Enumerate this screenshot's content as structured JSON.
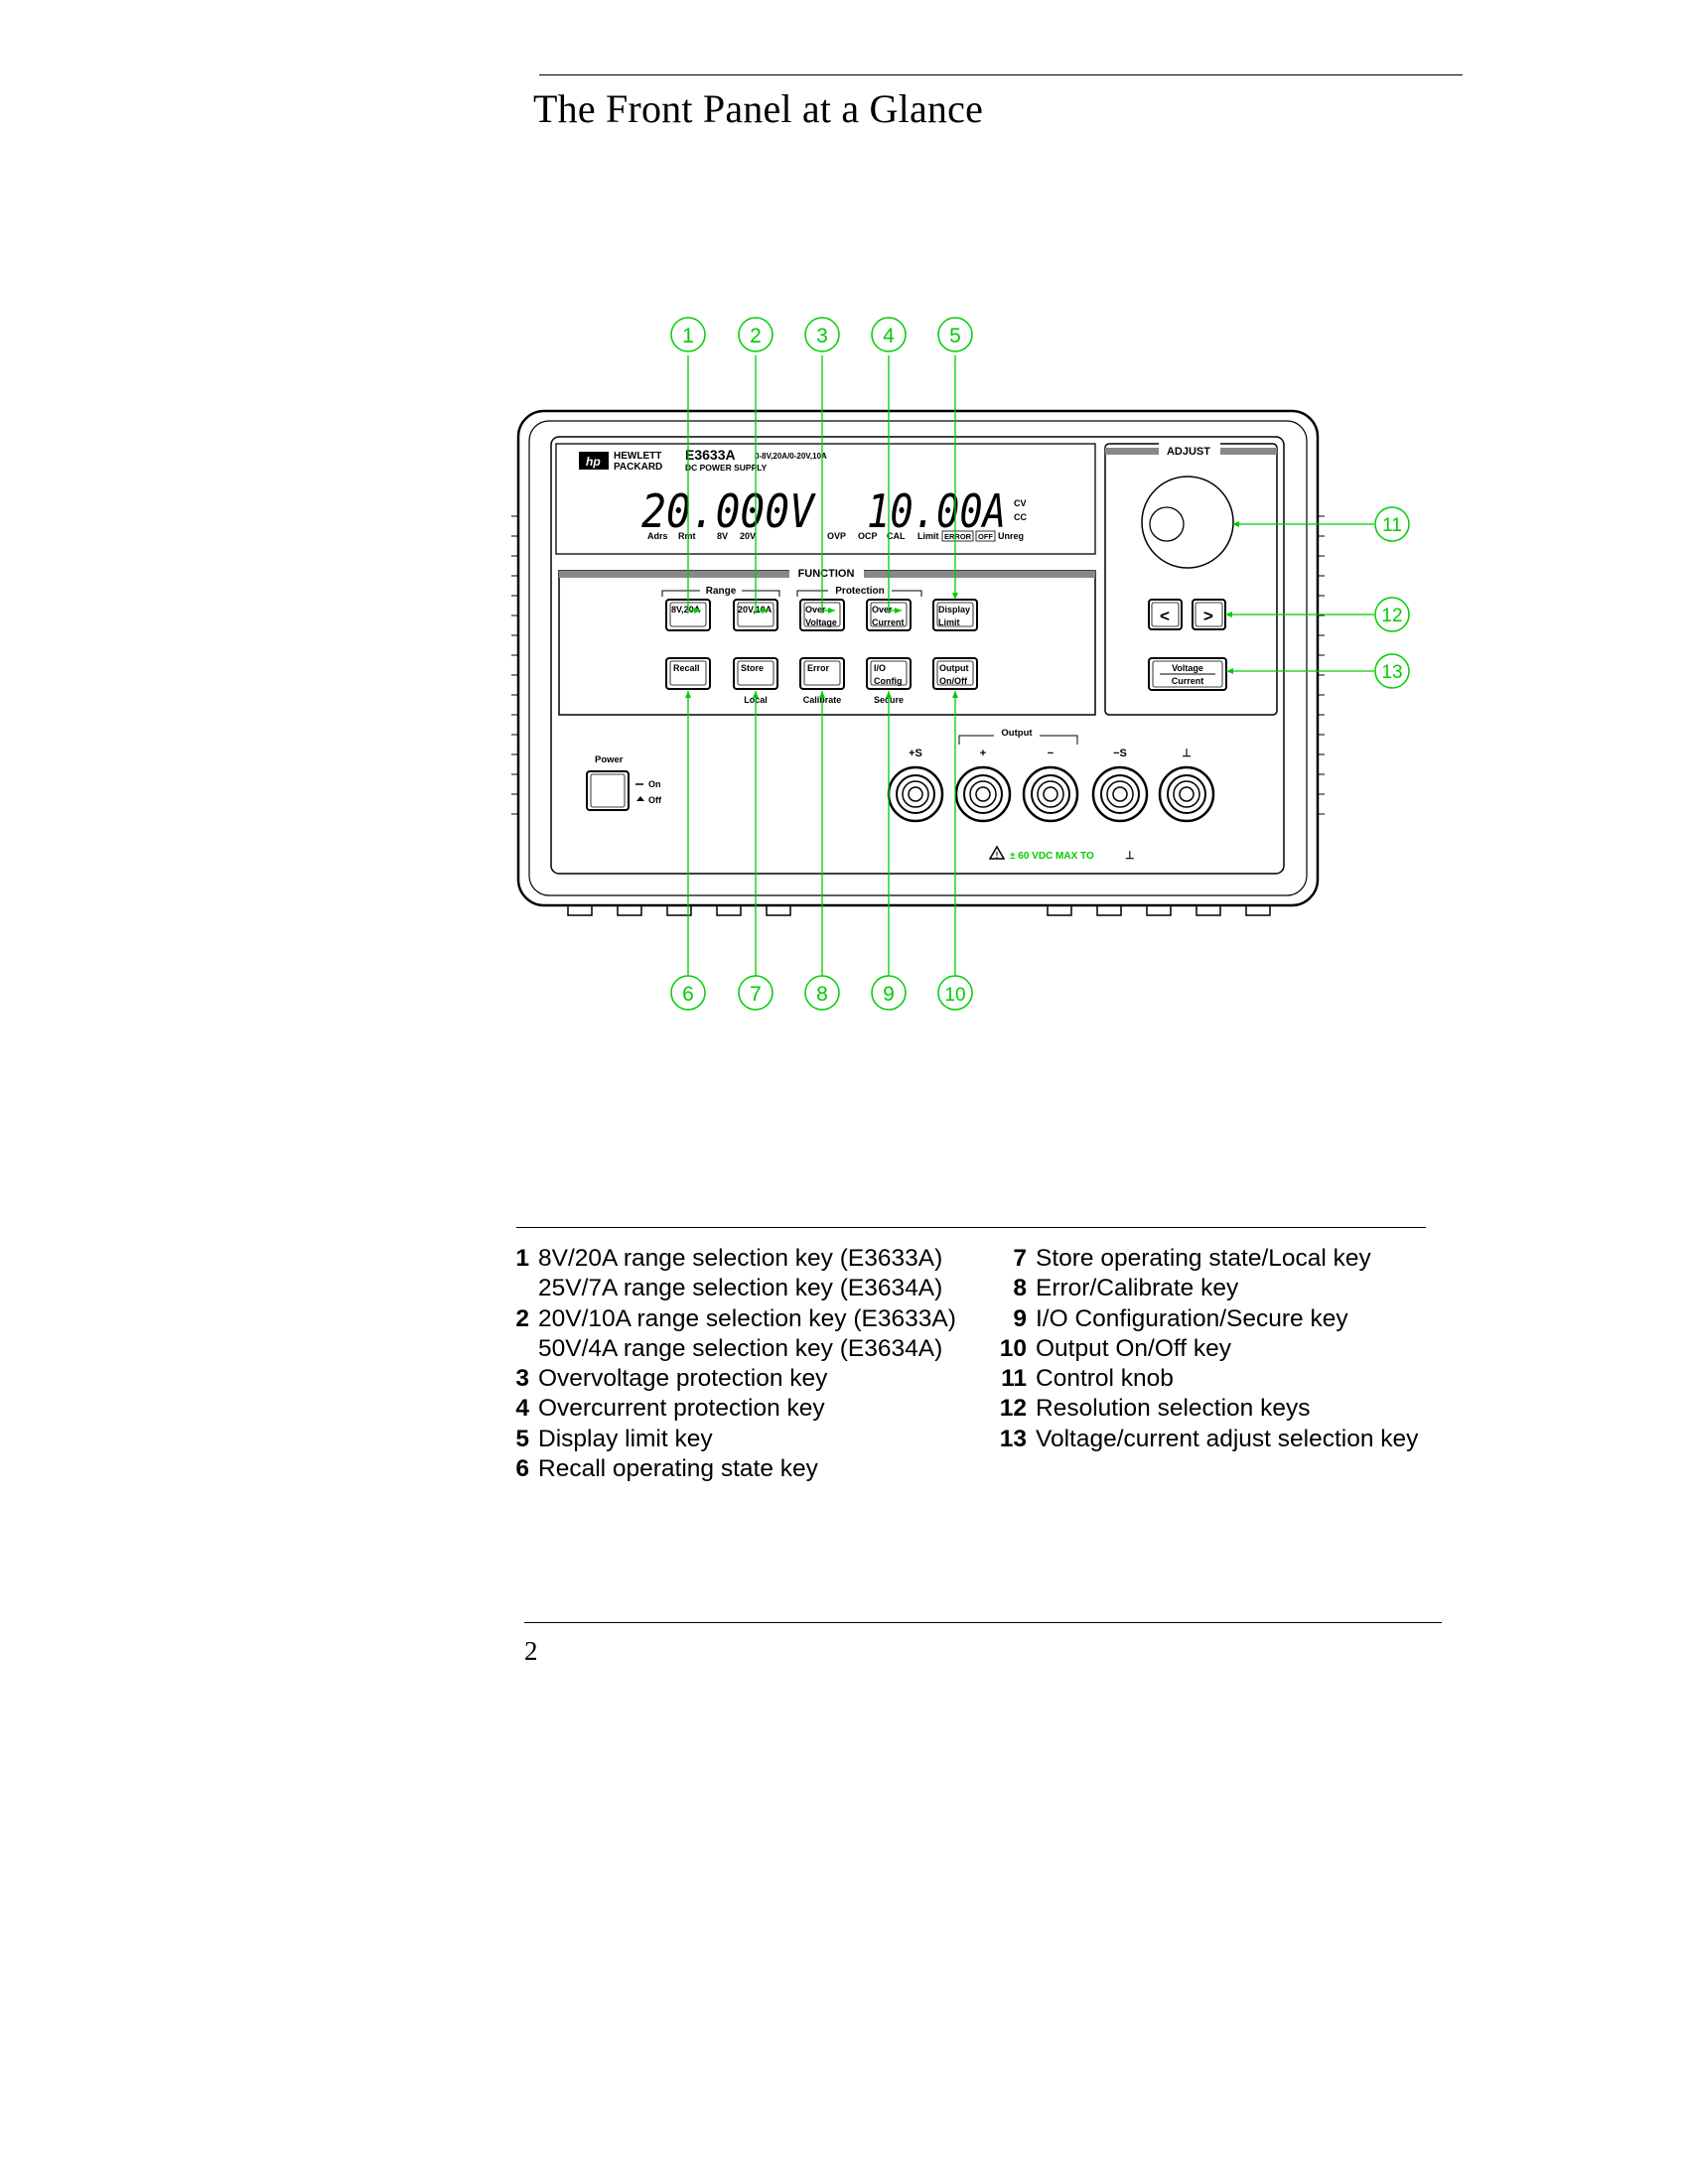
{
  "page": {
    "title": "The Front Panel at a Glance",
    "page_number": "2"
  },
  "figure": {
    "callout_numbers": [
      "1",
      "2",
      "3",
      "4",
      "5",
      "6",
      "7",
      "8",
      "9",
      "10",
      "11",
      "12",
      "13"
    ],
    "brand": {
      "line1": "HEWLETT",
      "line2": "PACKARD"
    },
    "model": "E3633A",
    "model_ranges": "0-8V,20A/0-20V,10A",
    "model_subtitle": "DC POWER SUPPLY",
    "display": {
      "voltage": "20.000V",
      "current": "10.00A",
      "cv": "CV",
      "cc": "CC",
      "annunciators_left": [
        "Adrs",
        "Rmt",
        "8V",
        "20V"
      ],
      "annunciators_right": [
        "OVP",
        "OCP",
        "CAL",
        "Limit",
        "ERROR",
        "OFF",
        "Unreg"
      ]
    },
    "adjust_label": "ADJUST",
    "function_label": "FUNCTION",
    "range_label": "Range",
    "protection_label": "Protection",
    "keys_row1": [
      {
        "line1": "8V,20A",
        "line2": ""
      },
      {
        "line1": "20V,10A",
        "line2": ""
      },
      {
        "line1": "Over",
        "line2": "Voltage"
      },
      {
        "line1": "Over",
        "line2": "Current"
      },
      {
        "line1": "Display",
        "line2": "Limit"
      }
    ],
    "keys_row2": [
      {
        "line1": "Recall",
        "line2": "",
        "shift": ""
      },
      {
        "line1": "Store",
        "line2": "",
        "shift": "Local"
      },
      {
        "line1": "Error",
        "line2": "",
        "shift": "Calibrate"
      },
      {
        "line1": "I/O",
        "line2": "Config",
        "shift": "Secure"
      },
      {
        "line1": "Output",
        "line2": "On/Off",
        "shift": ""
      }
    ],
    "resolution_keys": [
      "<",
      ">"
    ],
    "vc_key": {
      "line1": "Voltage",
      "line2": "Current"
    },
    "power": {
      "label": "Power",
      "on": "On",
      "off": "Off"
    },
    "output_label": "Output",
    "terminals": [
      "+S",
      "+",
      "−",
      "−S",
      "⊥"
    ],
    "warning": "± 60 VDC MAX TO"
  },
  "legend": {
    "left": [
      {
        "num": "1",
        "text": "8V/20A range selection key (E3633A)"
      },
      {
        "num": "",
        "text": "25V/7A range selection key (E3634A)"
      },
      {
        "num": "2",
        "text": "20V/10A range selection key (E3633A)"
      },
      {
        "num": "",
        "text": "50V/4A range selection key (E3634A)"
      },
      {
        "num": "3",
        "text": "Overvoltage protection key"
      },
      {
        "num": "4",
        "text": "Overcurrent protection key"
      },
      {
        "num": "5",
        "text": "Display limit key"
      },
      {
        "num": "6",
        "text": "Recall operating state key"
      }
    ],
    "right": [
      {
        "num": "7",
        "text": "Store operating state/Local key"
      },
      {
        "num": "8",
        "text": "Error/Calibrate key"
      },
      {
        "num": "9",
        "text": "I/O Configuration/Secure key"
      },
      {
        "num": "10",
        "text": "Output On/Off key"
      },
      {
        "num": "11",
        "text": "Control knob"
      },
      {
        "num": "12",
        "text": "Resolution selection keys"
      },
      {
        "num": "13",
        "text": "Voltage/current adjust selection key"
      }
    ]
  }
}
